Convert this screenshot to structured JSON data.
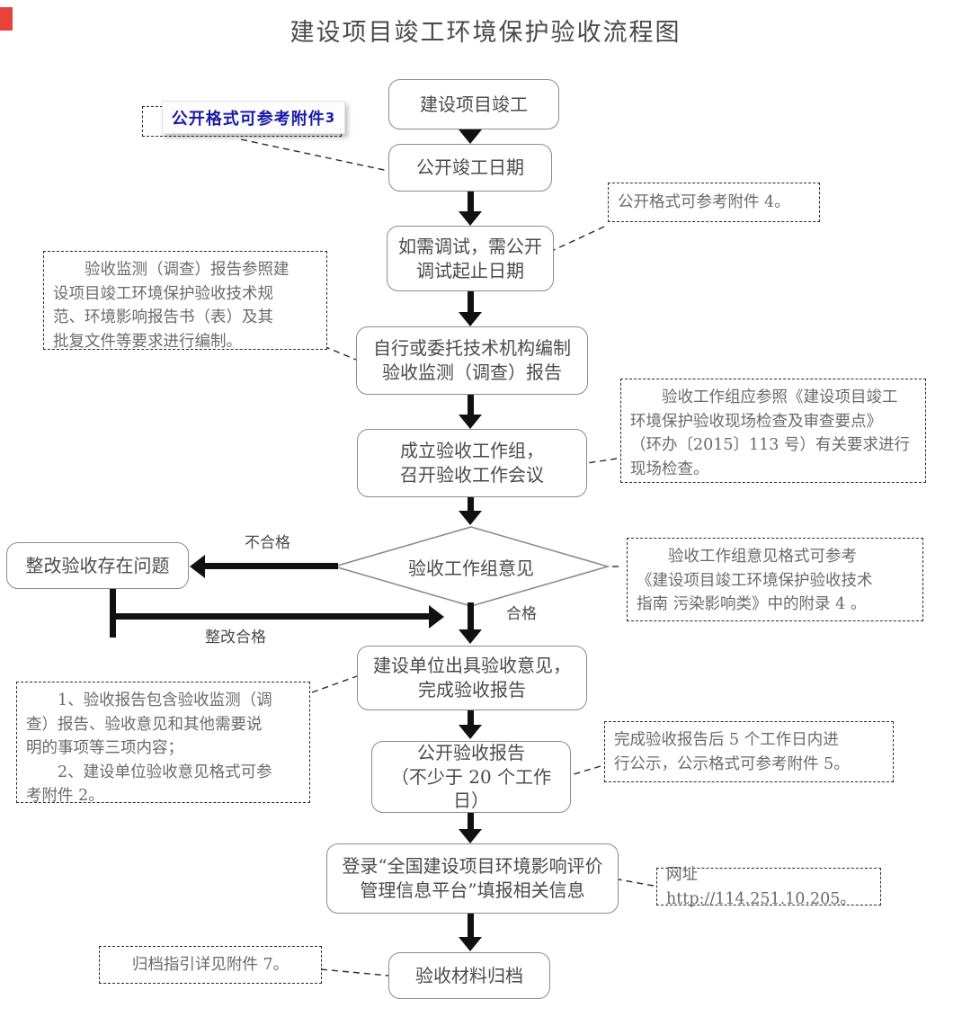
{
  "document": {
    "title": "建设项目竣工环境保护验收流程图"
  },
  "flow": {
    "nodes": [
      {
        "id": "project-completion",
        "label": "建设项目竣工"
      },
      {
        "id": "publish-completion-date",
        "label": "公开竣工日期"
      },
      {
        "id": "commissioning-dates",
        "line1": "如需调试，需公开",
        "line2": "调试起止日期"
      },
      {
        "id": "acceptance-monitoring-report",
        "line1": "自行或委托技术机构编制",
        "line2": "验收监测（调查）报告"
      },
      {
        "id": "establish-workgroup",
        "line1": "成立验收工作组，",
        "line2": "召开验收工作会议"
      },
      {
        "id": "rectify-problems",
        "label": "整改验收存在问题"
      },
      {
        "id": "issue-opinion-report",
        "line1": "建设单位出具验收意见，",
        "line2": "完成验收报告"
      },
      {
        "id": "publish-acceptance-report",
        "line1": "公开验收报告",
        "line2": "（不少于 20 个工作日）"
      },
      {
        "id": "login-platform",
        "line1": "登录“全国建设项目环境影响评价",
        "line2": "管理信息平台”填报相关信息"
      },
      {
        "id": "archive-materials",
        "label": "验收材料归档"
      }
    ],
    "decision": {
      "id": "workgroup-opinion",
      "label": "验收工作组意见"
    },
    "edge_labels": {
      "fail": "不合格",
      "pass": "合格",
      "rectified": "整改合格"
    }
  },
  "notes": [
    {
      "id": "note-annex-3",
      "text": "公开格式可参考附件",
      "superscript": "3"
    },
    {
      "id": "note-annex-4",
      "lines": [
        "公开格式可参考附件 4。"
      ]
    },
    {
      "id": "note-monitoring-report-basis",
      "lines": [
        "验收监测（调查）报告参照建",
        "设项目竣工环境保护验收技术规",
        "范、环境影响报告书（表）及其",
        "批复文件等要求进行编制。"
      ]
    },
    {
      "id": "note-workgroup-inspection",
      "lines": [
        "验收工作组应参照《建设项目竣工",
        "环境保护验收现场检查及审查要点》",
        "（环办〔2015〕113 号）有关要求进行",
        "现场检查。"
      ]
    },
    {
      "id": "note-opinion-format",
      "lines": [
        "验收工作组意见格式可参考",
        "《建设项目竣工环境保护验收技术",
        "指南 污染影响类》中的附录 4 。"
      ]
    },
    {
      "id": "note-report-contents",
      "lines": [
        "1、验收报告包含验收监测（调",
        "查）报告、验收意见和其他需要说",
        "明的事项等三项内容；",
        "2、建设单位验收意见格式可参",
        "考附件 2。"
      ]
    },
    {
      "id": "note-publicity-5-days",
      "lines": [
        "完成验收报告后 5 个工作日内进",
        "行公示，公示格式可参考附件 5。"
      ]
    },
    {
      "id": "note-website",
      "lines": [
        "网址 http://114.251.10.205。"
      ]
    },
    {
      "id": "note-archive-guide",
      "lines": [
        "归档指引详见附件 7。"
      ]
    }
  ],
  "colors": {
    "line": "#111111",
    "box_border": "#8c8c8c",
    "note_border": "#2b2b2b",
    "text": "#4b4b4b",
    "accent_blue": "#1a1aa8",
    "corner_mark": "#e8433a"
  }
}
